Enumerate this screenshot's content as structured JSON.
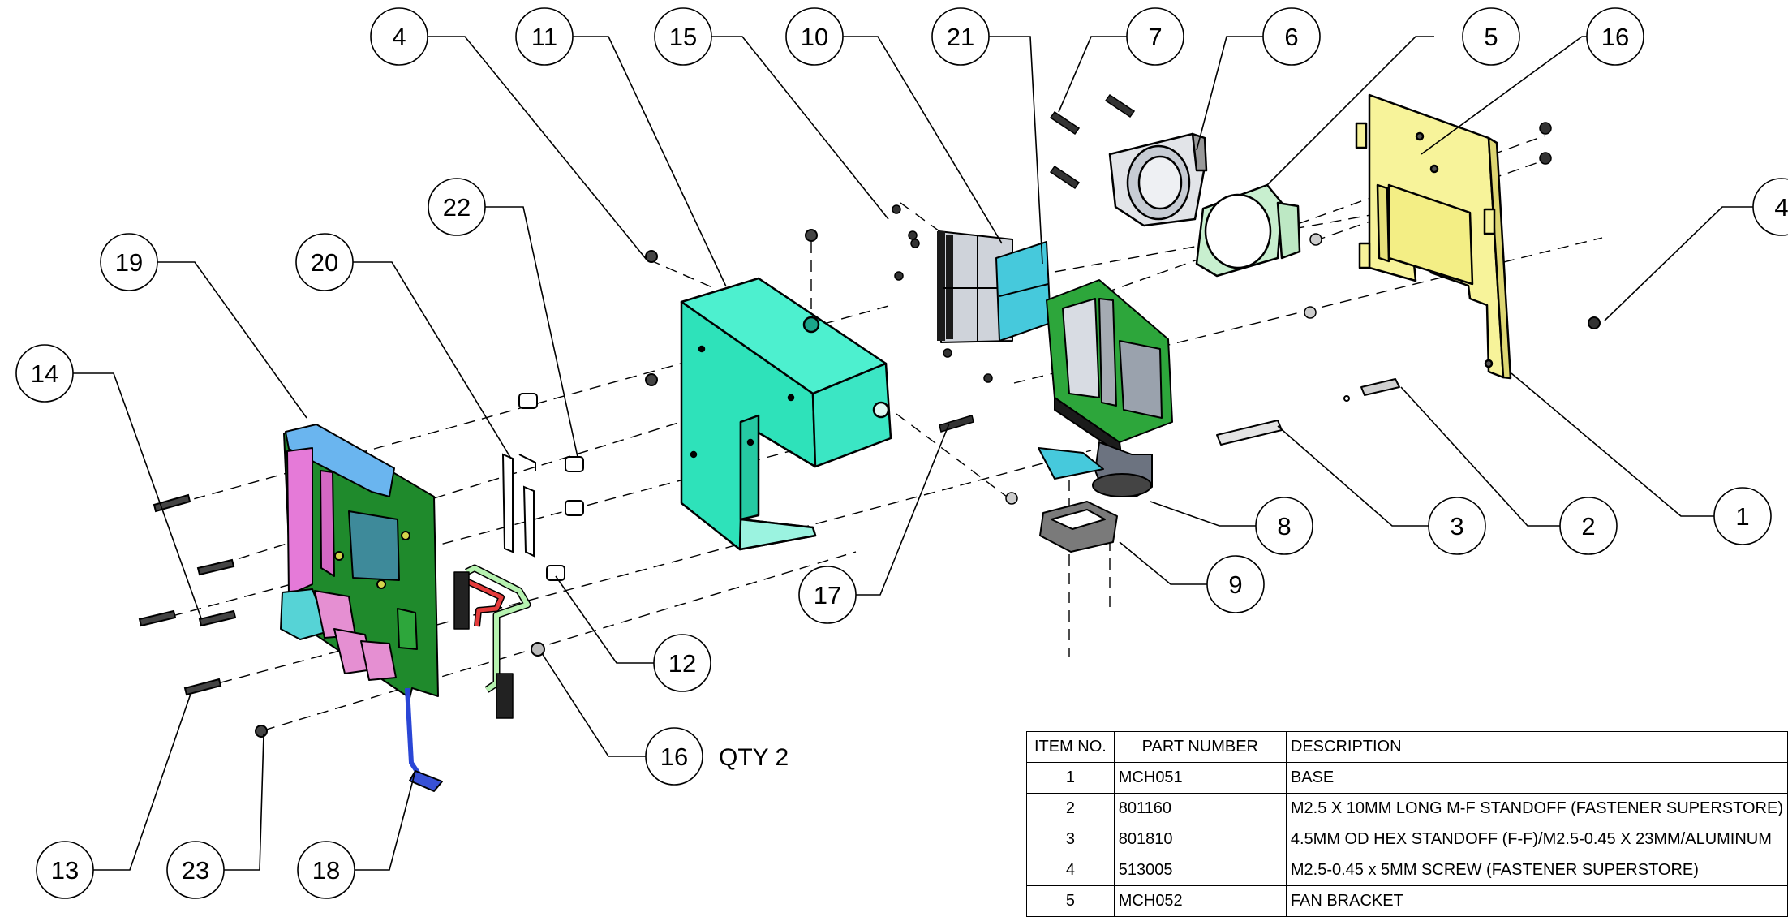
{
  "balloons": [
    {
      "id": "b1",
      "label": "1"
    },
    {
      "id": "b2",
      "label": "2"
    },
    {
      "id": "b3",
      "label": "3"
    },
    {
      "id": "b4a",
      "label": "4"
    },
    {
      "id": "b4b",
      "label": "4"
    },
    {
      "id": "b5",
      "label": "5"
    },
    {
      "id": "b6",
      "label": "6"
    },
    {
      "id": "b7",
      "label": "7"
    },
    {
      "id": "b8",
      "label": "8"
    },
    {
      "id": "b9",
      "label": "9"
    },
    {
      "id": "b10",
      "label": "10"
    },
    {
      "id": "b11",
      "label": "11"
    },
    {
      "id": "b12",
      "label": "12"
    },
    {
      "id": "b13",
      "label": "13"
    },
    {
      "id": "b14",
      "label": "14"
    },
    {
      "id": "b15",
      "label": "15"
    },
    {
      "id": "b16a",
      "label": "16"
    },
    {
      "id": "b16b",
      "label": "16"
    },
    {
      "id": "b17",
      "label": "17"
    },
    {
      "id": "b18",
      "label": "18"
    },
    {
      "id": "b19",
      "label": "19"
    },
    {
      "id": "b20",
      "label": "20"
    },
    {
      "id": "b21",
      "label": "21"
    },
    {
      "id": "b22",
      "label": "22"
    },
    {
      "id": "b23",
      "label": "23"
    }
  ],
  "qty_note": "QTY 2",
  "bom": {
    "headers": {
      "item": "ITEM NO.",
      "part": "PART NUMBER",
      "desc": "DESCRIPTION"
    },
    "rows": [
      {
        "item": "1",
        "part": "MCH051",
        "desc": "BASE"
      },
      {
        "item": "2",
        "part": "801160",
        "desc": "M2.5 X 10MM LONG M-F STANDOFF (FASTENER SUPERSTORE)"
      },
      {
        "item": "3",
        "part": "801810",
        "desc": "4.5MM OD HEX STANDOFF (F-F)/M2.5-0.45 X 23MM/ALUMINUM"
      },
      {
        "item": "4",
        "part": "513005",
        "desc": "M2.5-0.45 x 5MM SCREW (FASTENER SUPERSTORE)"
      },
      {
        "item": "5",
        "part": "MCH052",
        "desc": "FAN BRACKET"
      }
    ]
  },
  "colors": {
    "base_yellow": "#f7f39a",
    "cover_cyan": "#38e8c4",
    "pcb_green": "#1f8a2c",
    "pcb_pink": "#e27ad2",
    "heatsink_gray": "#cfd3da",
    "thermal_cyan": "#46c9dc",
    "line": "#000000"
  }
}
